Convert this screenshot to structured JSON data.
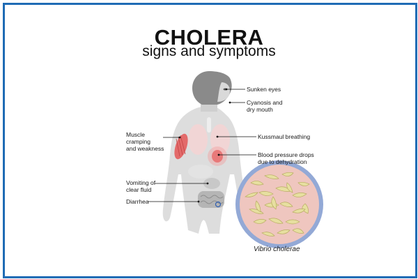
{
  "title": "CHOLERA",
  "subtitle": "signs and symptoms",
  "labels": {
    "sunken_eyes": "Sunken eyes",
    "cyanosis": "Cyanosis and\ndry mouth",
    "kussmaul": "Kussmaul breathing",
    "blood_pressure": "Blood pressure drops\ndue to dehydration",
    "muscle": "Muscle\ncramping\nand weakness",
    "vomiting": "Vomiting of\nclear fluid",
    "diarrhea": "Diarrhea"
  },
  "caption": "Vibrio cholerae",
  "colors": {
    "border": "#1f6bb5",
    "head": "#8a8a8a",
    "body": "#d9d9d9",
    "muscle": "#e36a6a",
    "circle_ring": "#93a9d6",
    "circle_fill": "#efc6bf",
    "bacteria": "#e7dfa0"
  }
}
